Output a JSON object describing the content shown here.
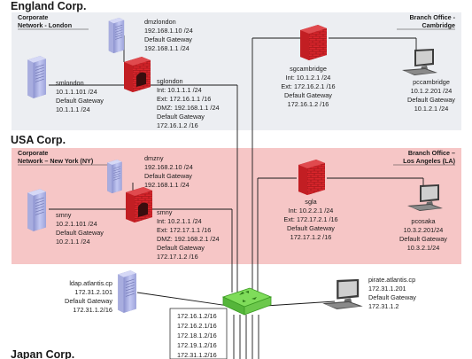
{
  "colors": {
    "england_bg": "#eceef2",
    "usa_bg": "#f6c6c6",
    "firewall": "#d9262c",
    "switch": "#7fdc5a",
    "server": "#b3b9ea"
  },
  "corps": [
    {
      "id": "england",
      "title": "England Corp.",
      "left_zone": [
        "Corporate",
        "Network - London"
      ],
      "right_zone": [
        "Branch Office -",
        "Cambridge"
      ]
    },
    {
      "id": "usa",
      "title": "USA Corp.",
      "left_zone": [
        "Corporate",
        "Network – New York (NY)"
      ],
      "right_zone": [
        "Branch Office –",
        "Los Angeles (LA)"
      ]
    },
    {
      "id": "japan",
      "title": "Japan Corp."
    }
  ],
  "nodes": {
    "dmzlondon": {
      "icon": "server-icon",
      "lines": [
        "dmzlondon",
        "192.168.1.10 /24",
        "Default Gateway",
        "192.168.1.1 /24"
      ]
    },
    "smlondon": {
      "icon": "server-icon",
      "lines": [
        "smlondon",
        "10.1.1.101 /24",
        "Default Gateway",
        "10.1.1.1 /24"
      ]
    },
    "sglondon": {
      "icon": "firewall-icon",
      "lines": [
        "sglondon",
        "Int: 10.1.1.1 /24",
        "Ext: 172.16.1.1 /16",
        "DMZ: 192.168.1.1 /24",
        "Default Gateway",
        "172.16.1.2 /16"
      ]
    },
    "sgcambridge": {
      "icon": "firewall-icon",
      "lines": [
        "sgcambridge",
        "Int: 10.1.2.1 /24",
        "Ext: 172.16.2.1 /16",
        "Default Gateway",
        "172.16.1.2 /16"
      ]
    },
    "pccambridge": {
      "icon": "workstation-icon",
      "lines": [
        "pccambridge",
        "10.1.2.201 /24",
        "Default Gateway",
        "10.1.2.1 /24"
      ]
    },
    "dmzny": {
      "icon": "server-icon",
      "lines": [
        "dmzny",
        "192.168.2.10 /24",
        "Default Gateway",
        "192.168.1.1 /24"
      ]
    },
    "smny": {
      "icon": "server-icon",
      "lines": [
        "smny",
        "10.2.1.101 /24",
        "Default Gateway",
        "10.2.1.1 /24"
      ]
    },
    "sgny": {
      "icon": "firewall-icon",
      "lines": [
        "smny",
        "Int: 10.2.1.1 /24",
        "Ext: 172.17.1.1 /16",
        "DMZ: 192.168.2.1 /24",
        "Default Gateway",
        "172.17.1.2 /16"
      ]
    },
    "sgla": {
      "icon": "firewall-icon",
      "lines": [
        "sgla",
        "Int: 10.2.2.1 /24",
        "Ext: 172.17.2.1 /16",
        "Default Gateway",
        "172.17.1.2 /16"
      ]
    },
    "pcosaka": {
      "icon": "workstation-icon",
      "lines": [
        "pcosaka",
        "10.3.2.201/24",
        "Default Gateway",
        "10.3.2.1/24"
      ]
    },
    "ldap": {
      "icon": "server-icon",
      "lines": [
        "ldap.atlantis.cp",
        "172.31.2.101",
        "Default Gateway",
        "172.31.1.2/16"
      ]
    },
    "pirate": {
      "icon": "workstation-icon",
      "lines": [
        "pirate.atlantis.cp",
        "172.31.1.201",
        "Default Gateway",
        "172.31.1.2"
      ]
    }
  },
  "switch_ports": [
    "172.16.1.2/16",
    "172.16.2.1/16",
    "172.18.1.2/16",
    "172.19.1.2/16",
    "172.31.1.2/16"
  ]
}
